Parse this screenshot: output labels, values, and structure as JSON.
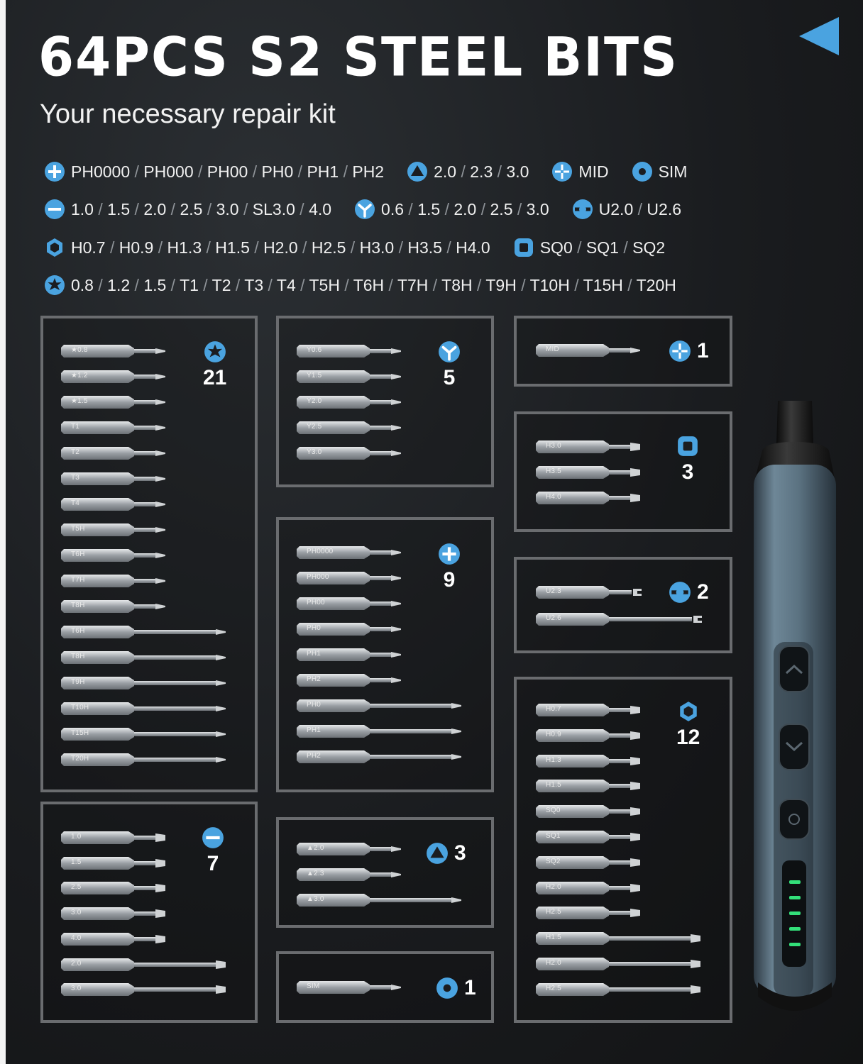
{
  "title": "64PCS S2 STEEL BITS",
  "subtitle": "Your necessary repair kit",
  "accent_color": "#4aa3e0",
  "icons": {
    "nav": "play-left-icon"
  },
  "legend": [
    [
      {
        "icon": "phillips-icon",
        "items": [
          "PH0000",
          "PH000",
          "PH00",
          "PH0",
          "PH1",
          "PH2"
        ]
      },
      {
        "icon": "triangle-icon",
        "items": [
          "2.0",
          "2.3",
          "3.0"
        ]
      },
      {
        "icon": "mid-icon",
        "items": [
          "MID"
        ]
      },
      {
        "icon": "sim-icon",
        "items": [
          "SIM"
        ]
      }
    ],
    [
      {
        "icon": "slotted-icon",
        "items": [
          "1.0",
          "1.5",
          "2.0",
          "2.5",
          "3.0",
          "SL3.0",
          "4.0"
        ]
      },
      {
        "icon": "tri-wing-icon",
        "items": [
          "0.6",
          "1.5",
          "2.0",
          "2.5",
          "3.0"
        ]
      },
      {
        "icon": "u-type-icon",
        "items": [
          "U2.0",
          "U2.6"
        ]
      }
    ],
    [
      {
        "icon": "hex-icon",
        "items": [
          "H0.7",
          "H0.9",
          "H1.3",
          "H1.5",
          "H2.0",
          "H2.5",
          "H3.0",
          "H3.5",
          "H4.0"
        ]
      },
      {
        "icon": "square-icon",
        "items": [
          "SQ0",
          "SQ1",
          "SQ2"
        ]
      }
    ],
    [
      {
        "icon": "torx-icon",
        "items": [
          "0.8",
          "1.2",
          "1.5",
          "T1",
          "T2",
          "T3",
          "T4",
          "T5H",
          "T6H",
          "T7H",
          "T8H",
          "T9H",
          "T10H",
          "T15H",
          "T20H"
        ]
      }
    ]
  ],
  "boxes": {
    "torx": {
      "count": "21",
      "icon": "torx-icon",
      "bits": [
        "★0.8",
        "★1.2",
        "★1.5",
        "T1",
        "T2",
        "T3",
        "T4",
        "T5H",
        "T6H",
        "T7H",
        "T8H",
        "T6H",
        "T8H",
        "T9H",
        "T10H",
        "T15H",
        "T20H"
      ]
    },
    "triwing": {
      "count": "5",
      "icon": "tri-wing-icon",
      "bits": [
        "Y0.6",
        "Y1.5",
        "Y2.0",
        "Y2.5",
        "Y3.0"
      ]
    },
    "phillips": {
      "count": "9",
      "icon": "phillips-icon",
      "bits": [
        "PH0000",
        "PH000",
        "PH00",
        "PH0",
        "PH1",
        "PH2",
        "PH0",
        "PH1",
        "PH2"
      ]
    },
    "slotted": {
      "count": "7",
      "icon": "slotted-icon",
      "bits": [
        "1.0",
        "1.5",
        "2.5",
        "3.0",
        "4.0",
        "2.0",
        "3.0"
      ]
    },
    "triangle": {
      "count": "3",
      "icon": "triangle-icon",
      "bits": [
        "▲2.0",
        "▲2.3",
        "▲3.0"
      ]
    },
    "sim": {
      "count": "1",
      "icon": "sim-icon",
      "bits": [
        "SIM"
      ]
    },
    "mid": {
      "count": "1",
      "icon": "mid-icon",
      "bits": [
        "MID"
      ]
    },
    "square": {
      "count": "3",
      "icon": "square-icon",
      "bits": [
        "H3.0",
        "H3.5",
        "H4.0"
      ]
    },
    "utype": {
      "count": "2",
      "icon": "u-type-icon",
      "bits": [
        "U2.3",
        "U2.6"
      ]
    },
    "hex": {
      "count": "12",
      "icon": "hex-icon",
      "bits": [
        "H0.7",
        "H0.9",
        "H1.3",
        "H1.5",
        "SQ0",
        "SQ1",
        "SQ2",
        "H2.0",
        "H2.5",
        "H1.5",
        "H2.0",
        "H2.5"
      ]
    }
  },
  "driver": {
    "icons": [
      "up-arrow-icon",
      "down-arrow-icon",
      "power-icon"
    ],
    "battery_level": 5
  }
}
